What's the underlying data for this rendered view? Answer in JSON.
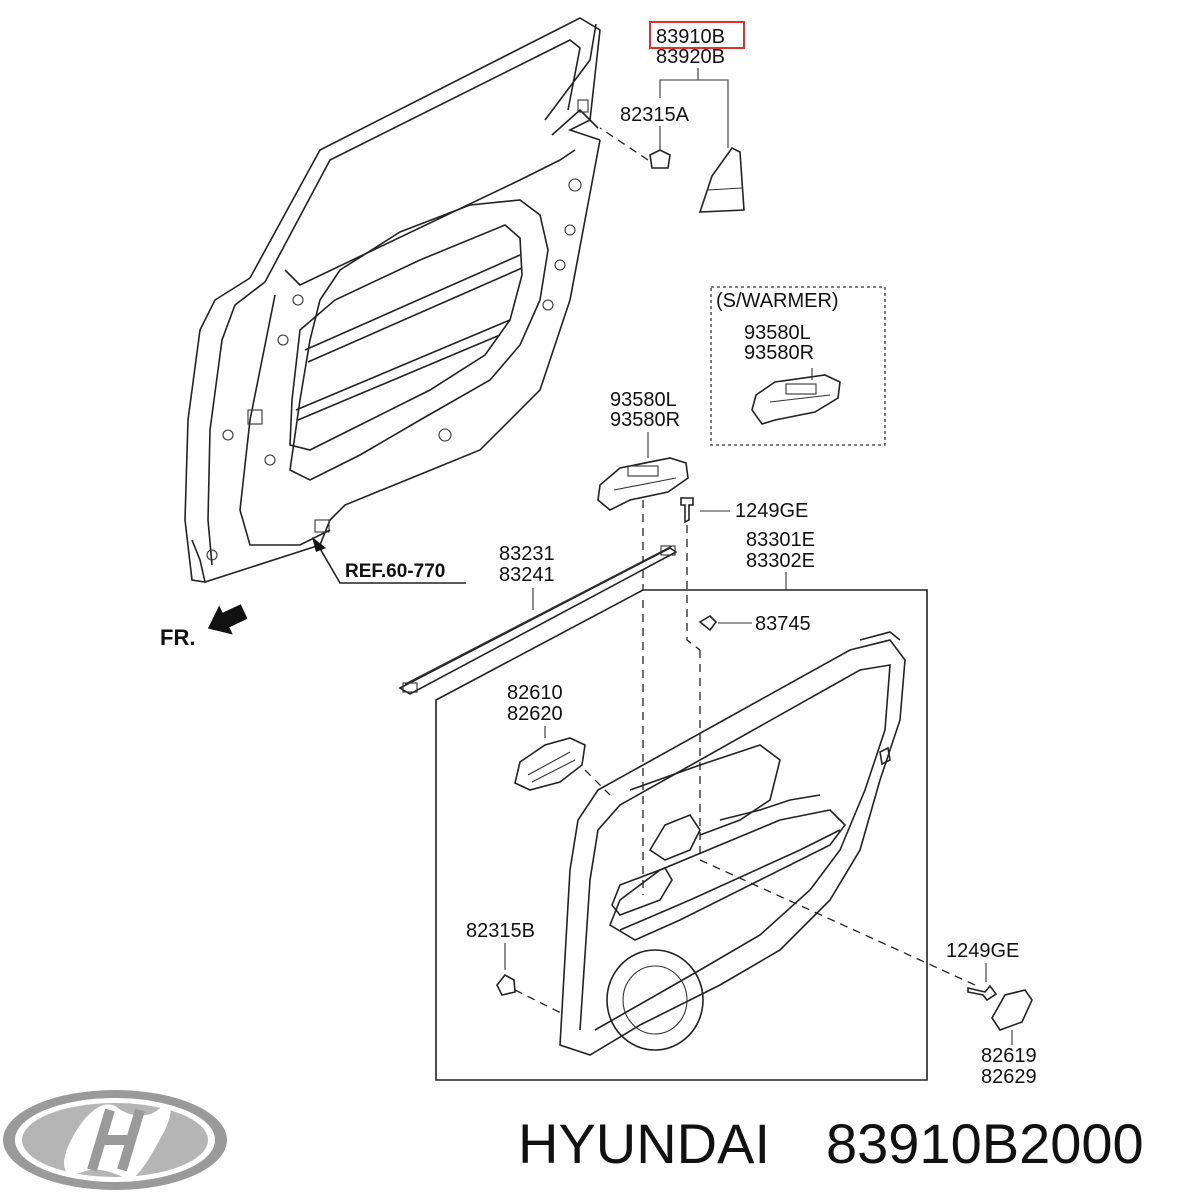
{
  "labels": {
    "highlighted": "83910B",
    "p83920b": "83920B",
    "p82315a": "82315A",
    "swarmer": "(S/WARMER)",
    "sw_l": "93580L",
    "sw_r": "93580R",
    "sw2_l": "93580L",
    "sw2_r": "93580R",
    "screw_top": "1249GE",
    "p83231": "83231",
    "p83241": "83241",
    "p83301e": "83301E",
    "p83302e": "83302E",
    "ref": "REF.60-770",
    "fr": "FR.",
    "p83745": "83745",
    "p82610": "82610",
    "p82620": "82620",
    "p82315b": "82315B",
    "screw_bottom": "1249GE",
    "p82619": "82619",
    "p82629": "82629"
  },
  "footer": {
    "brand": "HYUNDAI",
    "part_number": "83910B2000"
  },
  "colors": {
    "highlight_box": "#e03030",
    "logo": "#9a9a9a"
  }
}
